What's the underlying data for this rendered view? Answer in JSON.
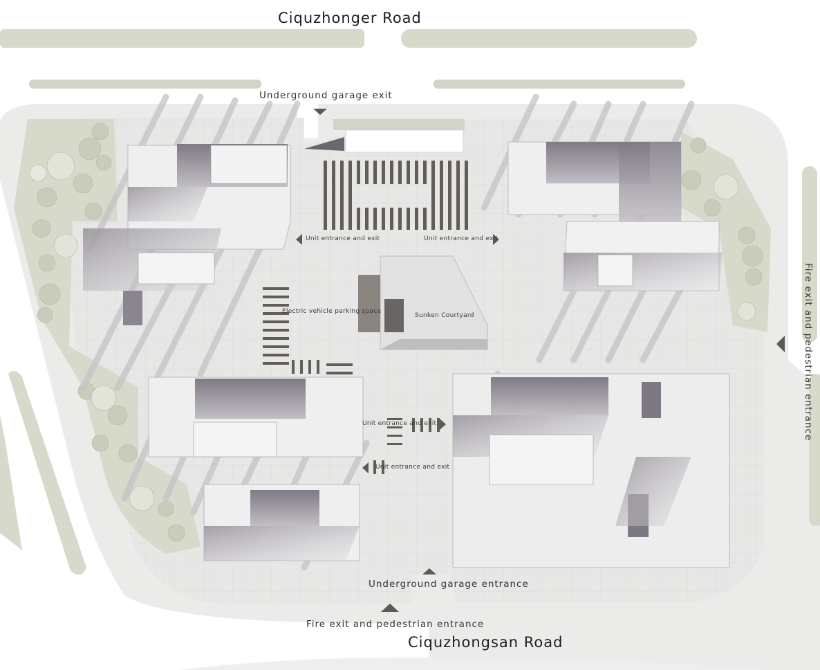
{
  "roads": {
    "north": "Ciquzhonger Road",
    "south": "Ciquzhongsan Road"
  },
  "labels": {
    "garage_exit": "Underground garage exit",
    "garage_entrance": "Underground garage entrance",
    "fire_exit_south": "Fire exit and pedestrian entrance",
    "fire_exit_east": "Fire exit and pedestrian entrance",
    "unit_entrance_nw": "Unit entrance and exit",
    "unit_entrance_ne": "Unit entrance and exit",
    "unit_entrance_c1": "Unit entrance and exit",
    "unit_entrance_c2": "Unit entrance and exit",
    "ev_parking": "Electric vehicle parking space",
    "sunken_courtyard": "Sunken Courtyard"
  },
  "colors": {
    "green_belt": "#d6d8c9",
    "paving": "#ebebe9",
    "building": "#8c8790",
    "marker": "#5f5853",
    "parking": "#625d57"
  }
}
